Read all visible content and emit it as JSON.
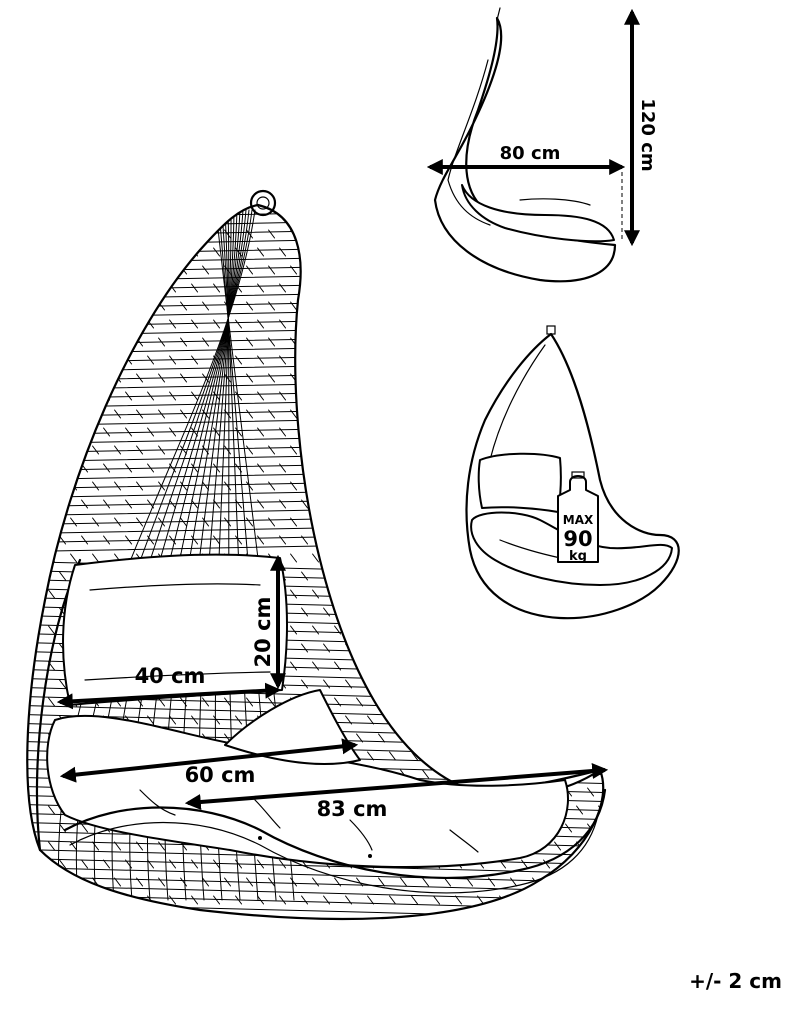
{
  "dimensions": {
    "width_80": "80 cm",
    "height_120": "120 cm",
    "pillow_height": "20 cm",
    "pillow_width": "40 cm",
    "seat_width": "60 cm",
    "seat_depth": "83 cm"
  },
  "max_load": {
    "line1": "MAX",
    "line2": "90",
    "line3": "kg"
  },
  "tolerance": "+/- 2 cm",
  "colors": {
    "line": "#000000",
    "background": "#ffffff"
  }
}
